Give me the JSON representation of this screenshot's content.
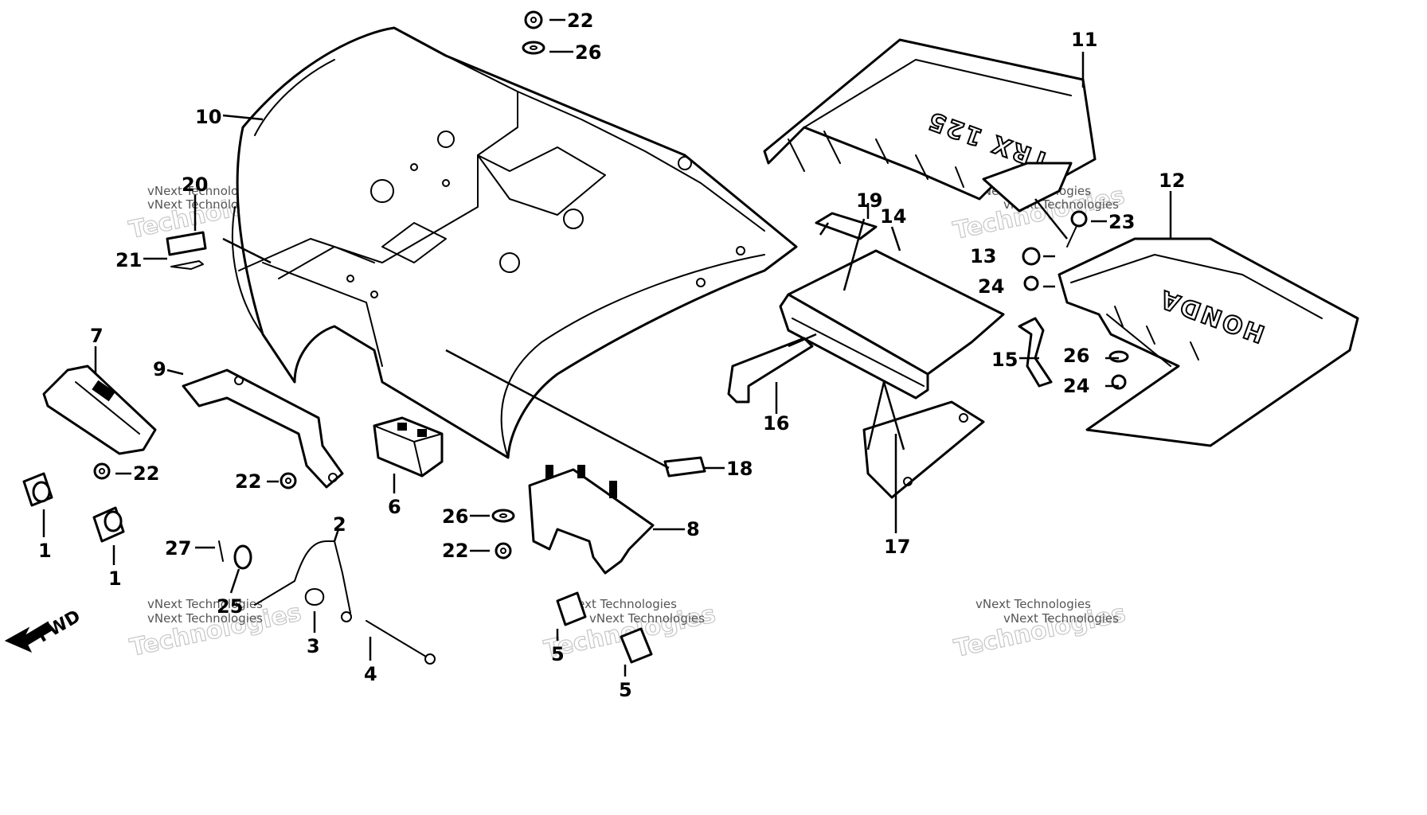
{
  "callouts": [
    "1",
    "2",
    "3",
    "4",
    "5",
    "6",
    "7",
    "8",
    "9",
    "10",
    "11",
    "12",
    "13",
    "14",
    "15",
    "16",
    "17",
    "18",
    "19",
    "20",
    "21",
    "22",
    "23",
    "24",
    "25",
    "26",
    "27"
  ],
  "emblems": {
    "tank_cover": "TRX 125",
    "rear_panel": "HONDA"
  },
  "direction_label": "FWD",
  "watermark": {
    "line1": "vNext Technologies",
    "line2": "Technologies"
  }
}
